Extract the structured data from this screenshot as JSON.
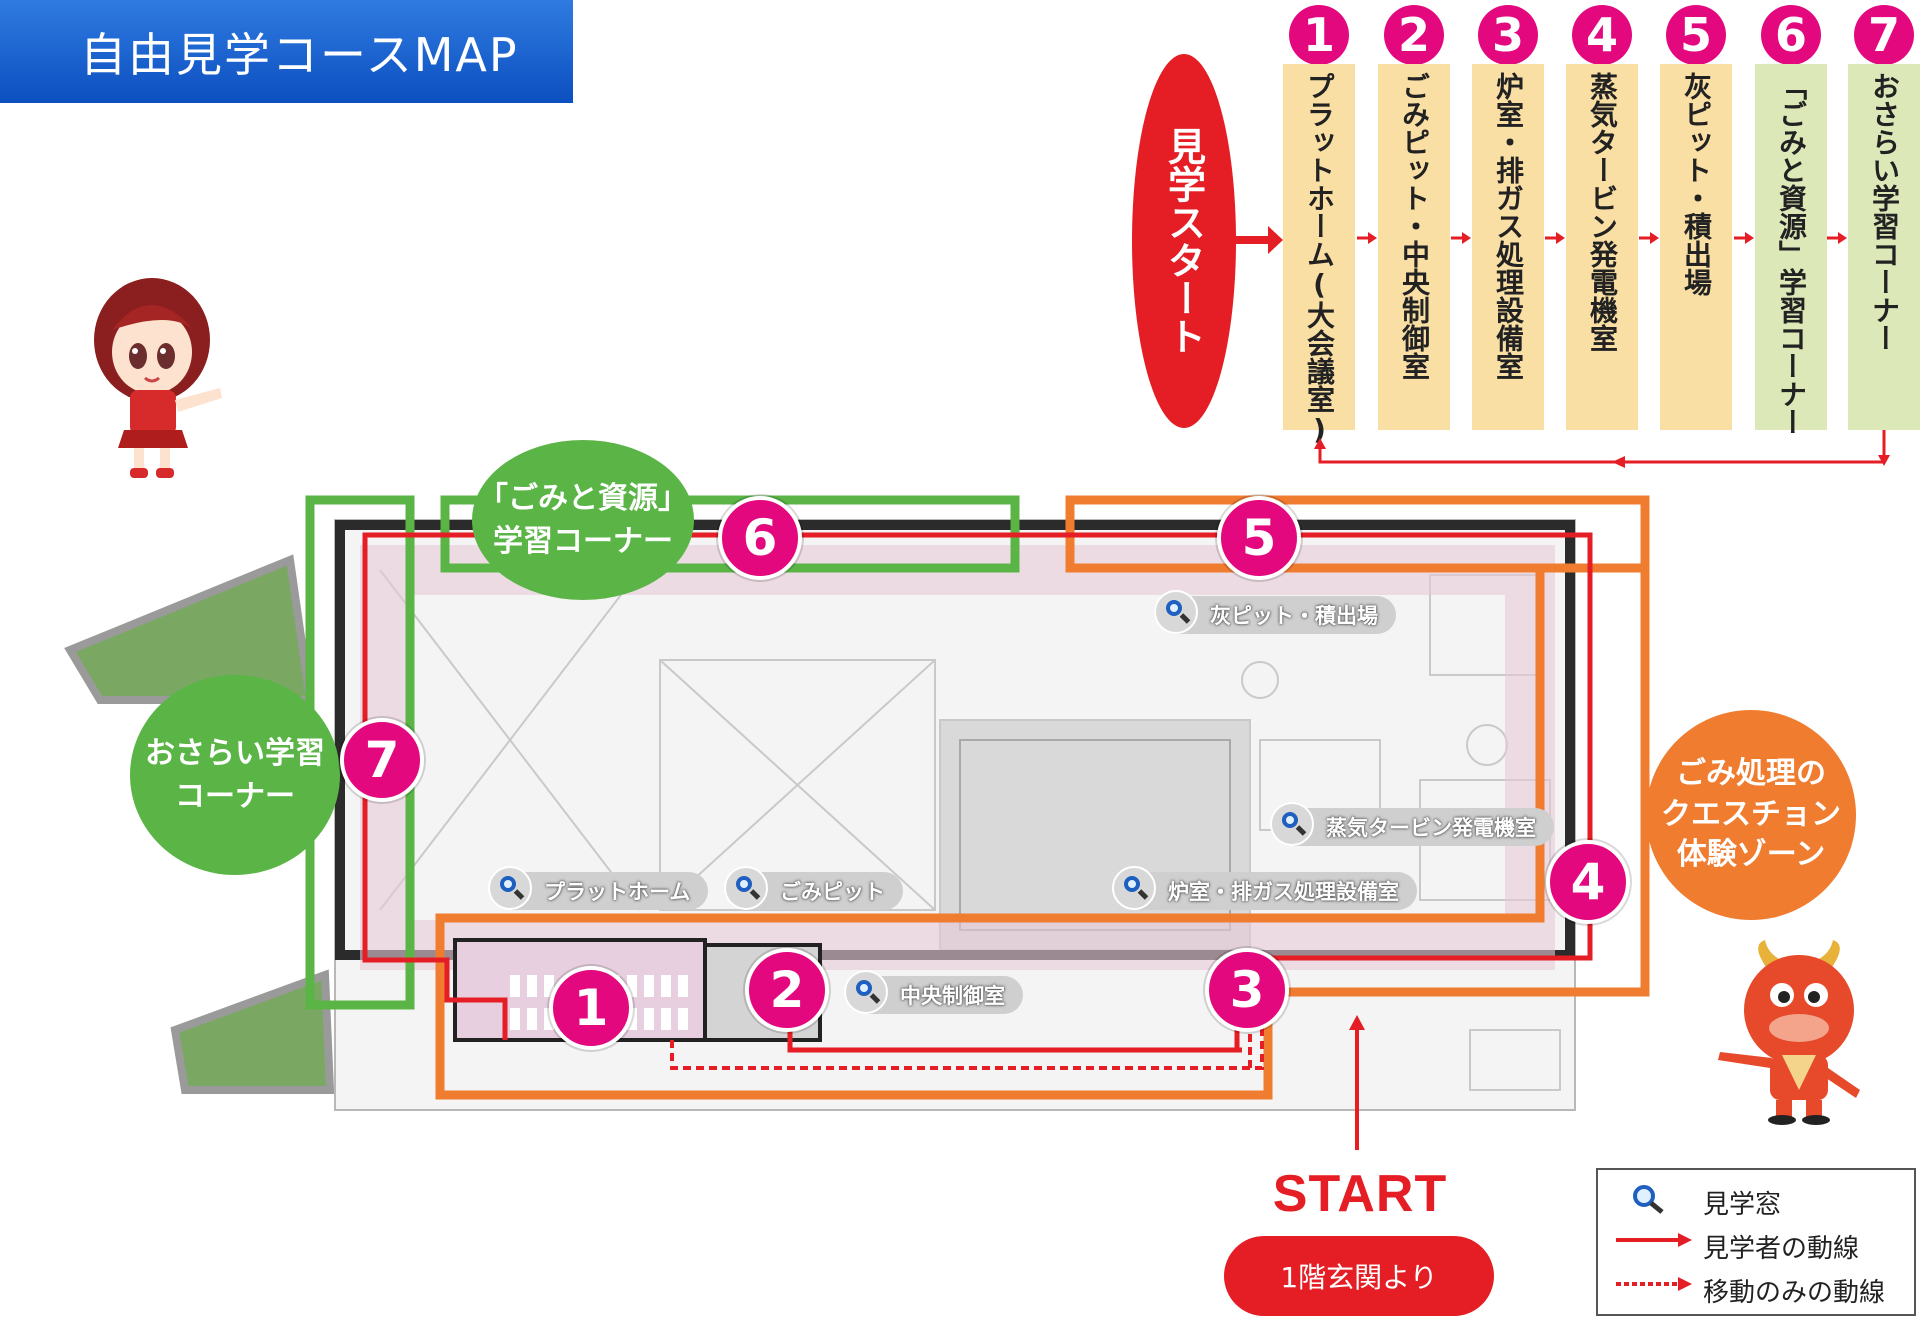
{
  "title": "自由見学コースMAP",
  "start_oval": "見学スタート",
  "steps": [
    {
      "num": "1",
      "label": "プラットホーム(大会議室)"
    },
    {
      "num": "2",
      "label": "ごみピット・中央制御室"
    },
    {
      "num": "3",
      "label": "炉室・排ガス処理設備室"
    },
    {
      "num": "4",
      "label": "蒸気タービン発電機室"
    },
    {
      "num": "5",
      "label": "灰ピット・積出場"
    },
    {
      "num": "6",
      "label": "「ごみと資源」学習コーナー"
    },
    {
      "num": "7",
      "label": "おさらい学習コーナー"
    }
  ],
  "map": {
    "corner_gomi": "「ごみと資源」\n学習コーナー",
    "corner_osarai": "おさらい学習\nコーナー",
    "question_zone": "ごみ処理の\nクエスチョン\n体験ゾーン",
    "windows": {
      "ash": "灰ピット・積出場",
      "turbine": "蒸気タービン発電機室",
      "furnace": "炉室・排ガス処理設備室",
      "platform": "プラットホーム",
      "pit": "ごみピット",
      "control": "中央制御室"
    },
    "pins": [
      "1",
      "2",
      "3",
      "4",
      "5",
      "6",
      "7"
    ]
  },
  "start_label": "START",
  "entrance": "1階玄関より",
  "legend": {
    "window": "見学窓",
    "route": "見学者の動線",
    "move_only": "移動のみの動線"
  },
  "colors": {
    "pin": "#e4087f",
    "route": "#e51d25",
    "green_zone": "#5ab546",
    "orange_zone": "#f07c30",
    "title_bar": "#1a5fd0"
  }
}
